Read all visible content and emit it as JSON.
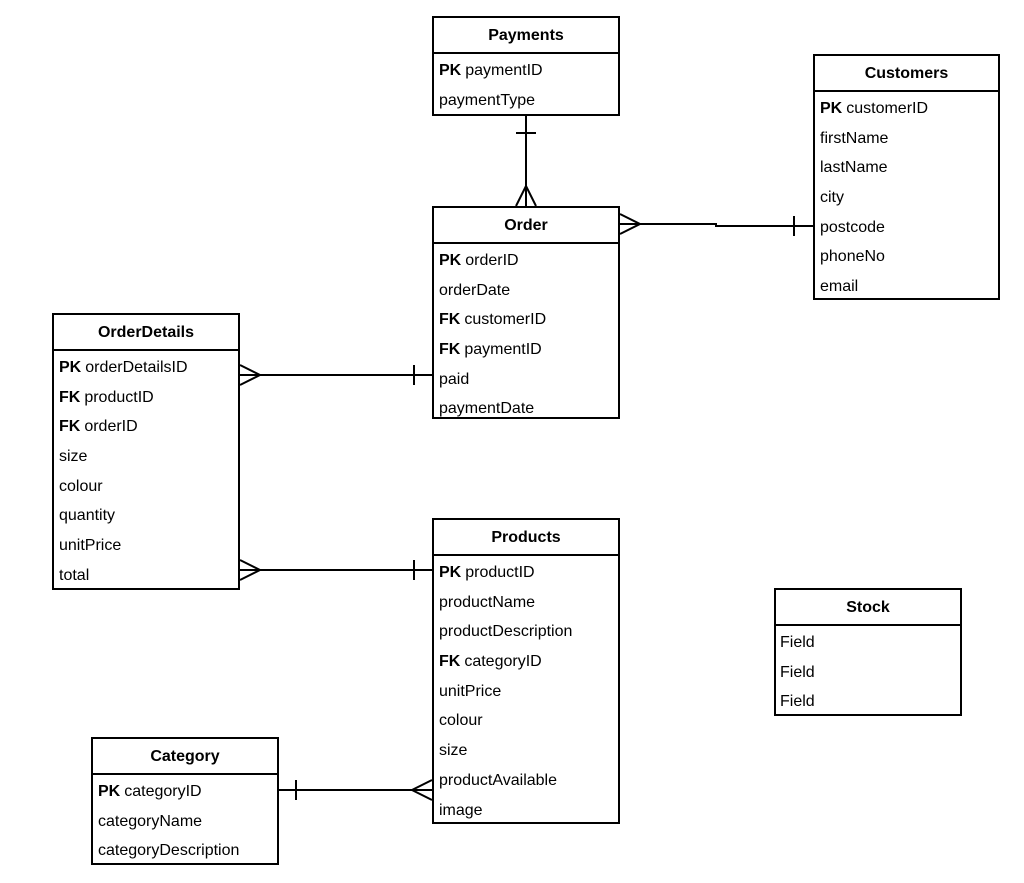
{
  "entities": {
    "payments": {
      "title": "Payments",
      "fields": [
        {
          "key": "PK",
          "name": "paymentID"
        },
        {
          "key": "",
          "name": "paymentType"
        }
      ]
    },
    "customers": {
      "title": "Customers",
      "fields": [
        {
          "key": "PK",
          "name": "customerID"
        },
        {
          "key": "",
          "name": "firstName"
        },
        {
          "key": "",
          "name": "lastName"
        },
        {
          "key": "",
          "name": "city"
        },
        {
          "key": "",
          "name": "postcode"
        },
        {
          "key": "",
          "name": "phoneNo"
        },
        {
          "key": "",
          "name": "email"
        }
      ]
    },
    "order": {
      "title": "Order",
      "fields": [
        {
          "key": "PK",
          "name": "orderID"
        },
        {
          "key": "",
          "name": "orderDate"
        },
        {
          "key": "FK",
          "name": "customerID"
        },
        {
          "key": "FK",
          "name": "paymentID"
        },
        {
          "key": "",
          "name": "paid"
        },
        {
          "key": "",
          "name": "paymentDate"
        }
      ]
    },
    "orderdetails": {
      "title": "OrderDetails",
      "fields": [
        {
          "key": "PK",
          "name": "orderDetailsID"
        },
        {
          "key": "FK",
          "name": "productID"
        },
        {
          "key": "FK",
          "name": "orderID"
        },
        {
          "key": "",
          "name": "size"
        },
        {
          "key": "",
          "name": "colour"
        },
        {
          "key": "",
          "name": "quantity"
        },
        {
          "key": "",
          "name": "unitPrice"
        },
        {
          "key": "",
          "name": "total"
        }
      ]
    },
    "products": {
      "title": "Products",
      "fields": [
        {
          "key": "PK",
          "name": "productID"
        },
        {
          "key": "",
          "name": "productName"
        },
        {
          "key": "",
          "name": "productDescription"
        },
        {
          "key": "FK",
          "name": "categoryID"
        },
        {
          "key": "",
          "name": "unitPrice"
        },
        {
          "key": "",
          "name": "colour"
        },
        {
          "key": "",
          "name": "size"
        },
        {
          "key": "",
          "name": "productAvailable"
        },
        {
          "key": "",
          "name": "image"
        }
      ]
    },
    "stock": {
      "title": "Stock",
      "fields": [
        {
          "key": "",
          "name": "Field"
        },
        {
          "key": "",
          "name": "Field"
        },
        {
          "key": "",
          "name": "Field"
        }
      ]
    },
    "category": {
      "title": "Category",
      "fields": [
        {
          "key": "PK",
          "name": "categoryID"
        },
        {
          "key": "",
          "name": "categoryName"
        },
        {
          "key": "",
          "name": "categoryDescription"
        }
      ]
    }
  },
  "relationships": [
    {
      "from": "Payments",
      "to": "Order",
      "from_cardinality": "one",
      "to_cardinality": "many"
    },
    {
      "from": "Customers",
      "to": "Order",
      "from_cardinality": "one",
      "to_cardinality": "many"
    },
    {
      "from": "Order",
      "to": "OrderDetails",
      "from_cardinality": "one",
      "to_cardinality": "many"
    },
    {
      "from": "Products",
      "to": "OrderDetails",
      "from_cardinality": "one",
      "to_cardinality": "many"
    },
    {
      "from": "Category",
      "to": "Products",
      "from_cardinality": "one",
      "to_cardinality": "many"
    }
  ]
}
